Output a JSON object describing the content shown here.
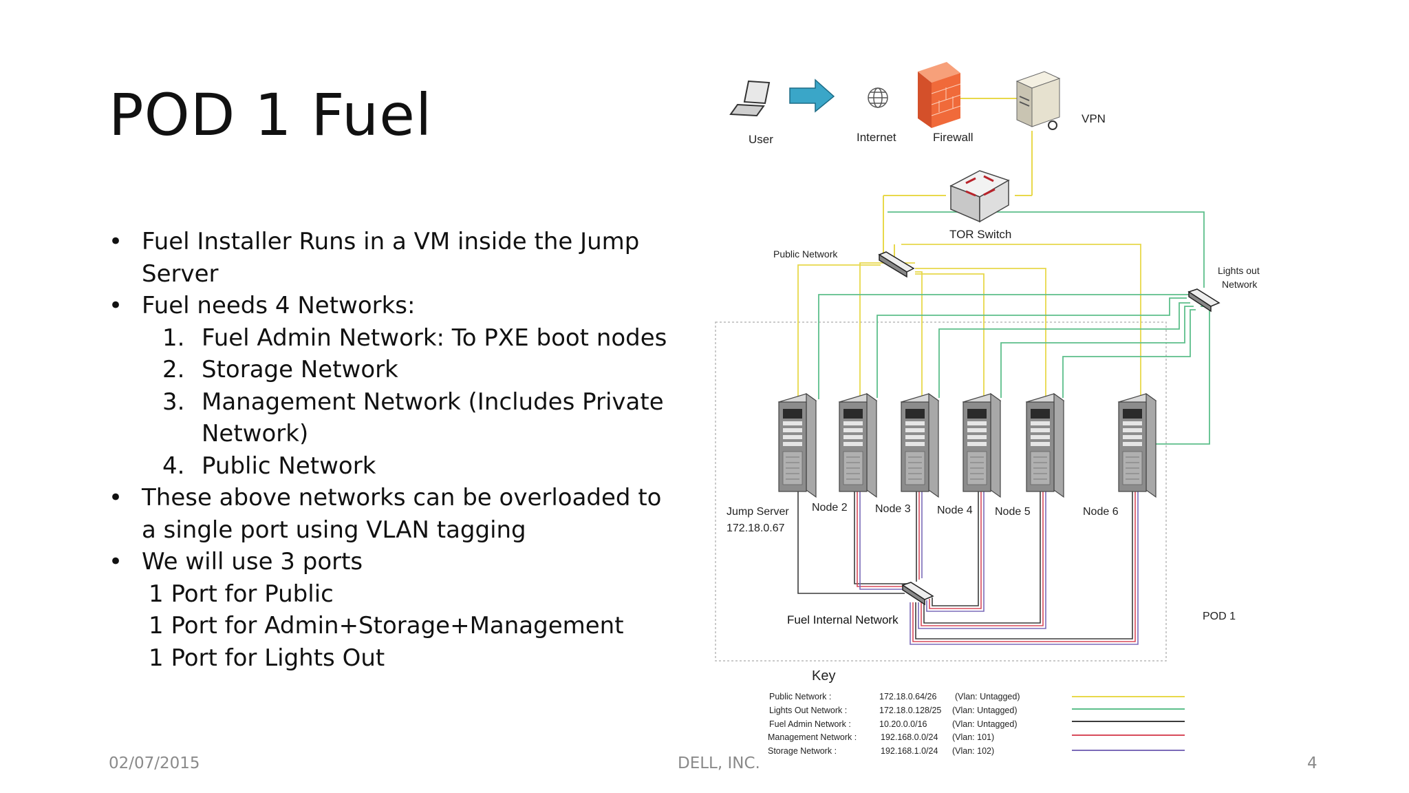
{
  "slide": {
    "title": "POD 1 Fuel",
    "footer_date": "02/07/2015",
    "footer_company": "DELL, INC.",
    "page_number": "4"
  },
  "bullets": {
    "b1a": "Fuel Installer Runs in a VM inside the Jump",
    "b1b": "Server",
    "b2": "Fuel needs 4 Networks:",
    "n1": "Fuel Admin Network: To PXE boot nodes",
    "n2": "Storage Network",
    "n3a": "Management Network (Includes Private",
    "n3b": "Network)",
    "n4": "Public Network",
    "b3a": " These above networks can be overloaded to",
    "b3b": "a single port using VLAN tagging",
    "b4": "We will use 3 ports",
    "s1": "1 Port for Public",
    "s2": "1 Port for Admin+Storage+Management",
    "s3": "1 Port for Lights Out",
    "bullet_glyph": "•",
    "num1": "1.",
    "num2": "2.",
    "num3": "3.",
    "num4": "4."
  },
  "diagram": {
    "user": "User",
    "internet": "Internet",
    "firewall": "Firewall",
    "vpn": "VPN",
    "tor_switch": "TOR Switch",
    "public_network": "Public Network",
    "lights_out_1": "Lights out",
    "lights_out_2": "Network",
    "jump_server": "Jump Server",
    "jump_ip": "172.18.0.67",
    "node2": "Node 2",
    "node3": "Node 3",
    "node4": "Node 4",
    "node5": "Node 5",
    "node6": "Node 6",
    "fuel_internal": "Fuel Internal Network",
    "pod": "POD 1",
    "key_title": "Key"
  },
  "key": [
    {
      "label": "Public Network :",
      "subnet": "172.18.0.64/26",
      "vlan": "(Vlan: Untagged)",
      "color": "#e8d84a"
    },
    {
      "label": "Lights Out  Network :",
      "subnet": "172.18.0.128/25",
      "vlan": "(Vlan: Untagged)",
      "color": "#5cbf8a"
    },
    {
      "label": "Fuel Admin  Network :",
      "subnet": "10.20.0.0/16",
      "vlan": "(Vlan: Untagged)",
      "color": "#3a3a3a"
    },
    {
      "label": "Management  Network :",
      "subnet": "192.168.0.0/24",
      "vlan": "(Vlan: 101)",
      "color": "#d84a5a"
    },
    {
      "label": "Storage  Network :",
      "subnet": "192.168.1.0/24",
      "vlan": "(Vlan: 102)",
      "color": "#7a6ab8"
    }
  ],
  "colors": {
    "public": "#e8d84a",
    "lights_out": "#5cbf8a",
    "admin": "#3a3a3a",
    "management": "#d84a5a",
    "storage": "#7a6ab8",
    "arrow": "#3aa6c8",
    "firewall": "#f06a3a"
  }
}
